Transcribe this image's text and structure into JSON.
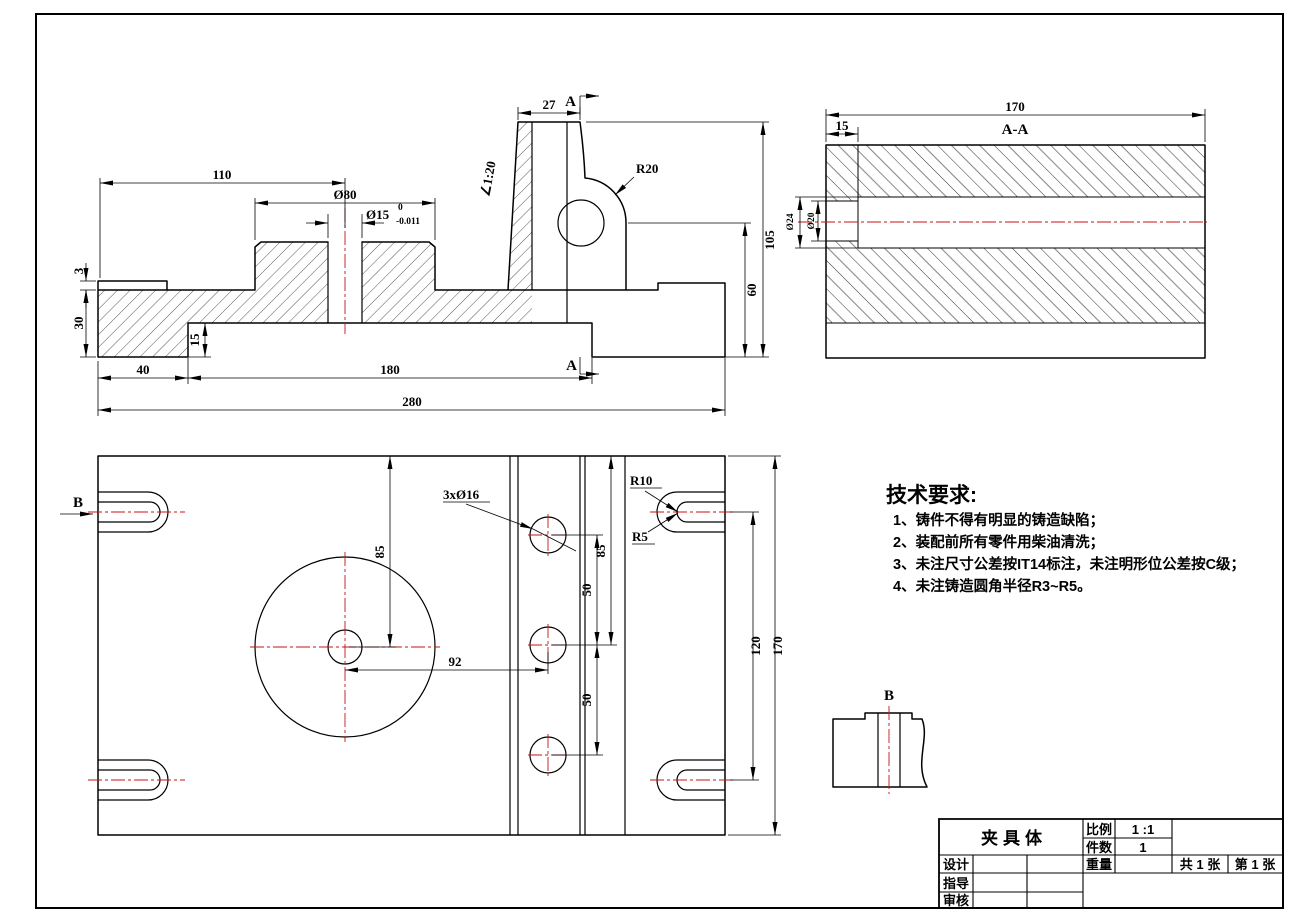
{
  "colors": {
    "line": "#000000",
    "centerline": "#c41414",
    "hatch": "#2a2a2a",
    "hatch_alt": "#8a8a8a"
  },
  "front_view": {
    "section_a_top": "A",
    "section_a_bottom": "A",
    "taper": "∠1:20",
    "r20": "R20",
    "dims": {
      "w110": "110",
      "d80": "Ø80",
      "d15_nom": "Ø15",
      "d15_sup": "0",
      "d15_sub": "-0.011",
      "d27": "27",
      "d105": "105",
      "d60": "60",
      "d3": "3",
      "d30": "30",
      "d15_step": "15",
      "d40": "40",
      "d180": "180",
      "d280": "280"
    }
  },
  "aa_section": {
    "title": "A-A",
    "dims": {
      "d170": "170",
      "d15": "15",
      "d24": "Ø24",
      "d20": "Ø20"
    }
  },
  "plan_view": {
    "label_b": "B",
    "callout": "3xØ16",
    "r10": "R10",
    "r5": "R5",
    "dims": {
      "d85_left": "85",
      "d85_right": "85",
      "d50_top": "50",
      "d50_bottom": "50",
      "d92": "92",
      "d120": "120",
      "d170": "170"
    }
  },
  "b_view": {
    "label": "B"
  },
  "tech_requirements": {
    "title": "技术要求:",
    "items": [
      "1、铸件不得有明显的铸造缺陷；",
      "2、装配前所有零件用柴油清洗；",
      "3、未注尺寸公差按IT14标注，未注明形位公差按C级；",
      "4、未注铸造圆角半径R3~R5。"
    ]
  },
  "title_block": {
    "part_name": "夹具体",
    "scale_label": "比例",
    "scale_value": "1 :1",
    "qty_label": "件数",
    "qty_value": "1",
    "weight_label": "重量",
    "sheet_total": "共 1 张",
    "sheet_no": "第 1 张",
    "row_design": "设计",
    "row_advisor": "指导",
    "row_checker": "审核"
  }
}
